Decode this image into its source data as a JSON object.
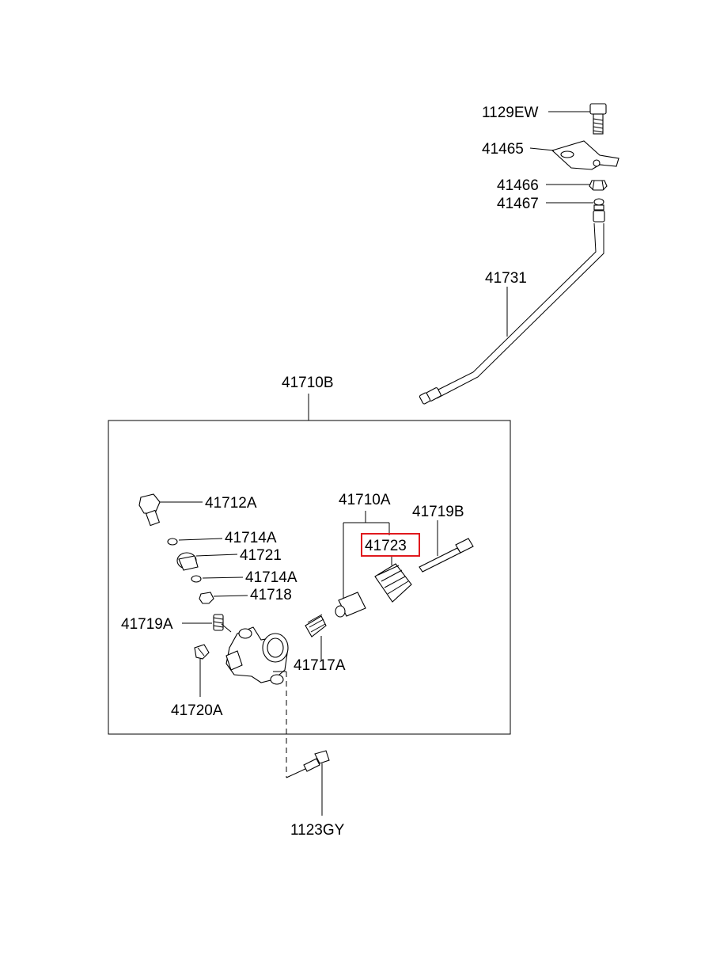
{
  "diagram": {
    "highlight_color": "#e0191d",
    "labels": {
      "p1129ew": "1129EW",
      "p41465": "41465",
      "p41466": "41466",
      "p41467": "41467",
      "p41731": "41731",
      "p41710b": "41710B",
      "p41712a": "41712A",
      "p41714a_1": "41714A",
      "p41721": "41721",
      "p41714a_2": "41714A",
      "p41718": "41718",
      "p41719a": "41719A",
      "p41720a": "41720A",
      "p41710a": "41710A",
      "p41723": "41723",
      "p41719b": "41719B",
      "p41717a": "41717A",
      "p1123gy": "1123GY"
    }
  }
}
